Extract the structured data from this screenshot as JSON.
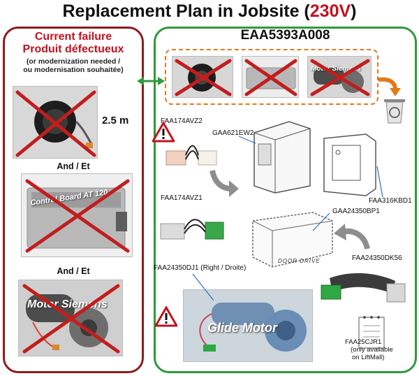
{
  "title": {
    "main": "Replacement Plan in Jobsite (",
    "voltage": "230V",
    "close": ")"
  },
  "left": {
    "header_line1": "Current failure",
    "header_line2": "Produit défectueux",
    "note_line1": "(or modernization needed /",
    "note_line2": "ou modernisation souhaitée)",
    "cable_length": "2.5 m",
    "and_1": "And / Et",
    "and_2": "And / Et",
    "control_board_text": "Control Board AT 120",
    "motor_text": "Motor Siemens"
  },
  "right": {
    "kit_code": "EAA5393A008",
    "small_motor_text": "Motor Siemens",
    "parts": {
      "connector_top": "FAA174AVZ2",
      "connector_bottom": "FAA174AVZ1",
      "power_supply": "GAA621EW2",
      "bracket": "FAA316KBD1",
      "drive_unit": "GAA24350BP1",
      "drive_text": "DOOR DRIVE",
      "cable": "FAA24350DK56",
      "motor": "FAA24350DJ1 (Right / Droite)",
      "motor_label": "Glide Motor",
      "manual": "FAA25CJR1",
      "manual_note1": "(only available",
      "manual_note2": "on LiftMall)"
    }
  },
  "colors": {
    "failure": "#c1121f",
    "replacement": "#2f9a3a",
    "dashed": "#e07b1a",
    "arrow": "#2f9a3a"
  }
}
